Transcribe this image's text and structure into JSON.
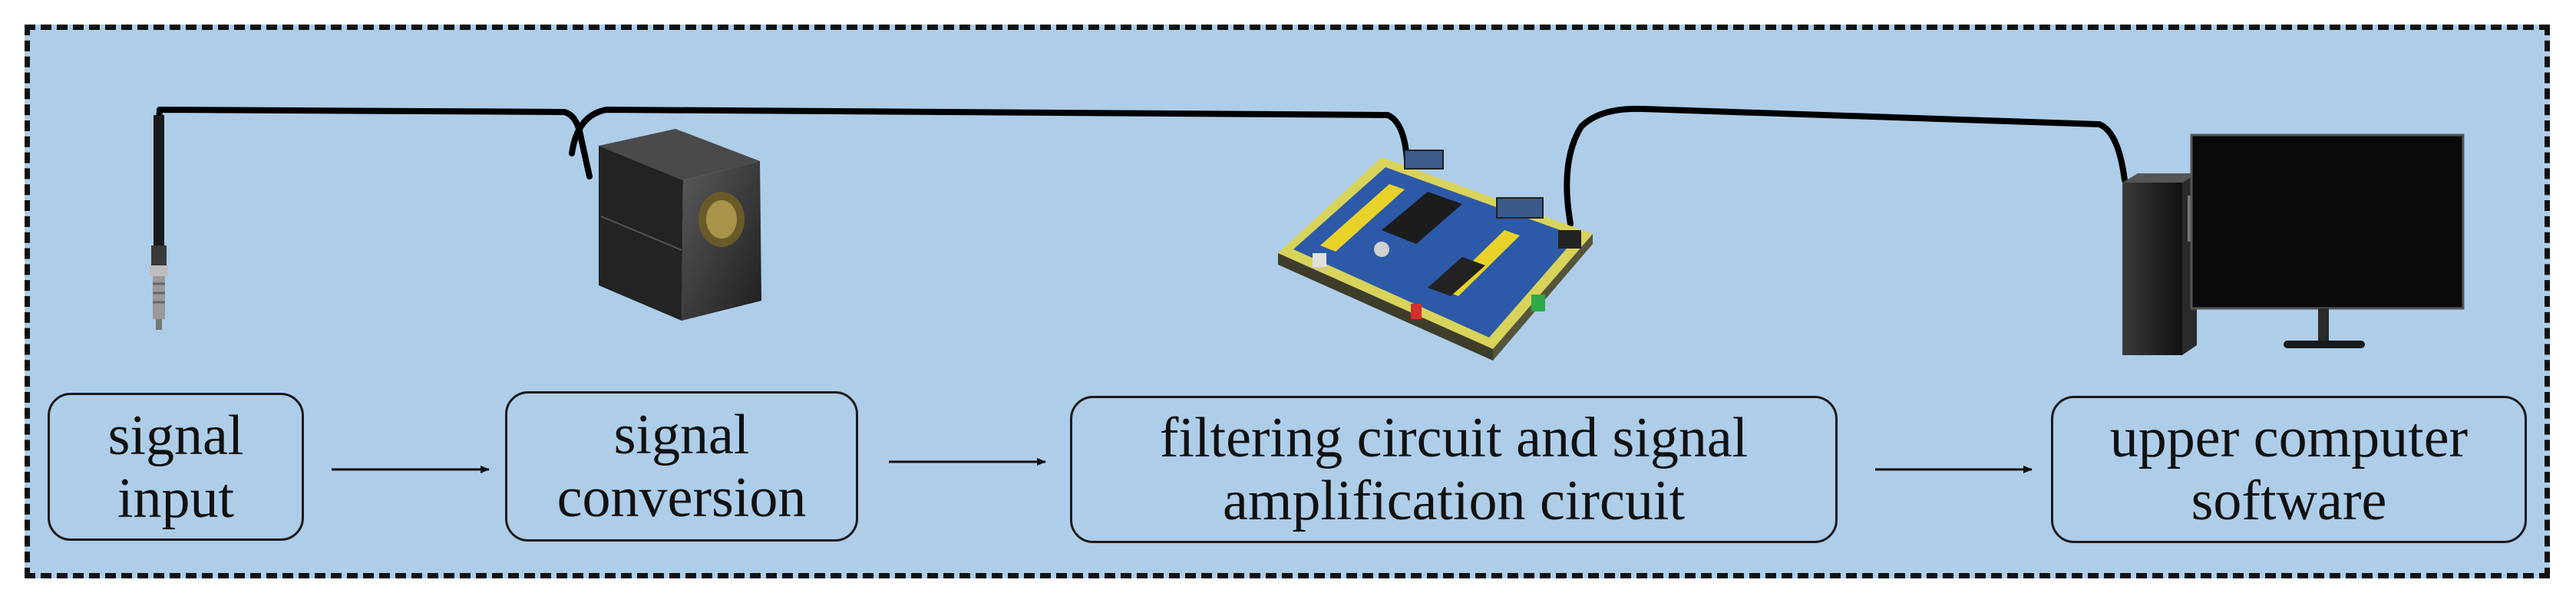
{
  "stages": [
    {
      "line1": "signal",
      "line2": "input"
    },
    {
      "line1": "signal",
      "line2": "conversion"
    },
    {
      "line1": "filtering circuit and signal",
      "line2": "amplification circuit"
    },
    {
      "line1": "upper computer",
      "line2": "software"
    }
  ],
  "colors": {
    "panel_background": "#aecde9",
    "border": "#111111",
    "board_blue": "#2c5aa8",
    "header_yellow": "#e8d22a"
  },
  "icons": [
    "fiber-probe-icon",
    "photodetector-icon",
    "circuit-board-icon",
    "desktop-computer-icon"
  ]
}
